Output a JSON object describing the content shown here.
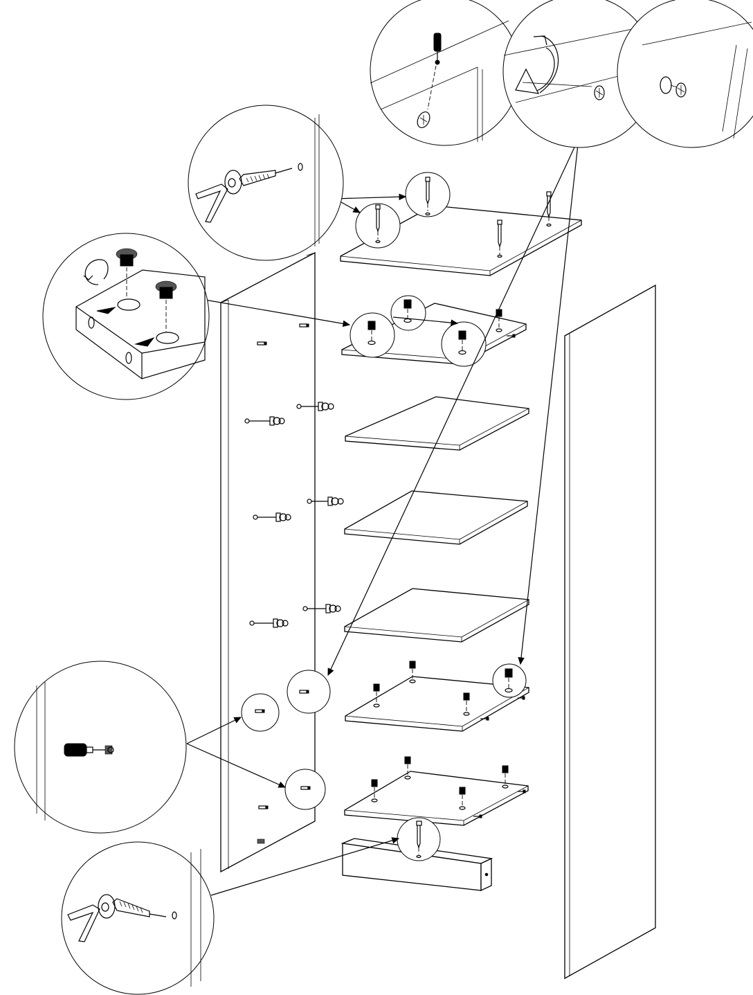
{
  "diagram": {
    "type": "exploded-assembly-instructions",
    "parts": {
      "left-side-panel": 1,
      "right-side-panel": 1,
      "top-panel": 1,
      "fixed-shelves-with-cam-locks": 3,
      "loose-shelves": 3,
      "plinth-board": 1
    },
    "callouts": [
      "cam-bolt-with-allen-key",
      "cam-lock-insertion",
      "screwdriver-screw",
      "rotate-cam-lock",
      "cover-cap",
      "dowel-screwdriver",
      "plinth-cam-bolt-with-allen-key"
    ],
    "icons": [
      "allen-key-icon",
      "screwdriver-icon",
      "rotation-arrow-icon",
      "cam-lock-icon",
      "cam-bolt-icon",
      "shelf-pin-icon",
      "dowel-icon"
    ],
    "colors": {
      "line": "#000000",
      "background": "#ffffff",
      "fill": "#555555"
    }
  }
}
